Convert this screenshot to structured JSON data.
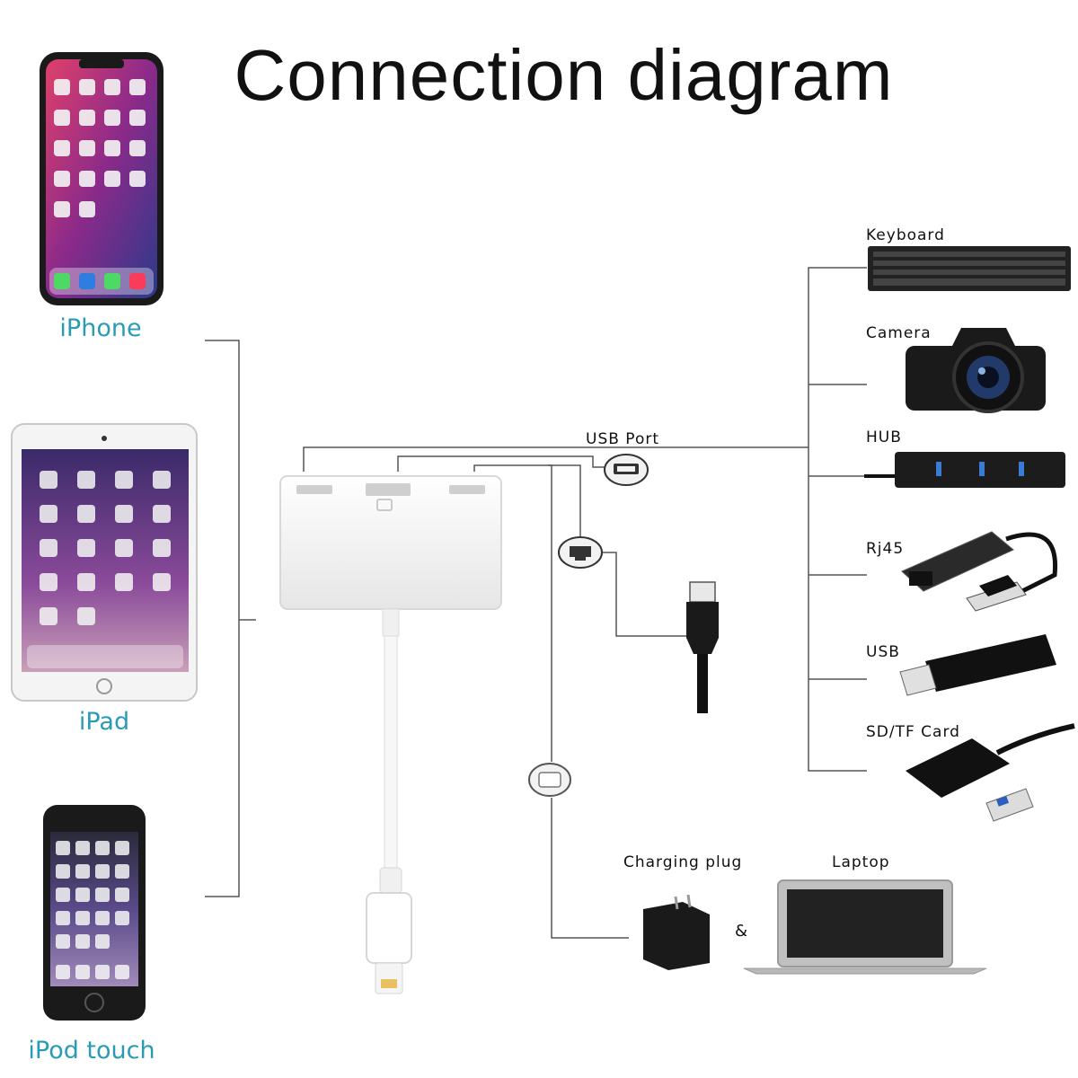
{
  "title": "Connection diagram",
  "devices": {
    "iphone": "iPhone",
    "ipad": "iPad",
    "ipod": "iPod touch"
  },
  "ports": {
    "usb_port": "USB Port"
  },
  "accessories": {
    "keyboard": "Keyboard",
    "camera": "Camera",
    "hub": "HUB",
    "rj45": "Rj45",
    "usb": "USB",
    "sd_tf_card": "SD/TF Card"
  },
  "charging": {
    "charging_plug": "Charging plug",
    "laptop": "Laptop",
    "and_symbol": "&"
  },
  "colors": {
    "device_label": "#2a9bb5",
    "line": "#555555",
    "text": "#111111"
  }
}
